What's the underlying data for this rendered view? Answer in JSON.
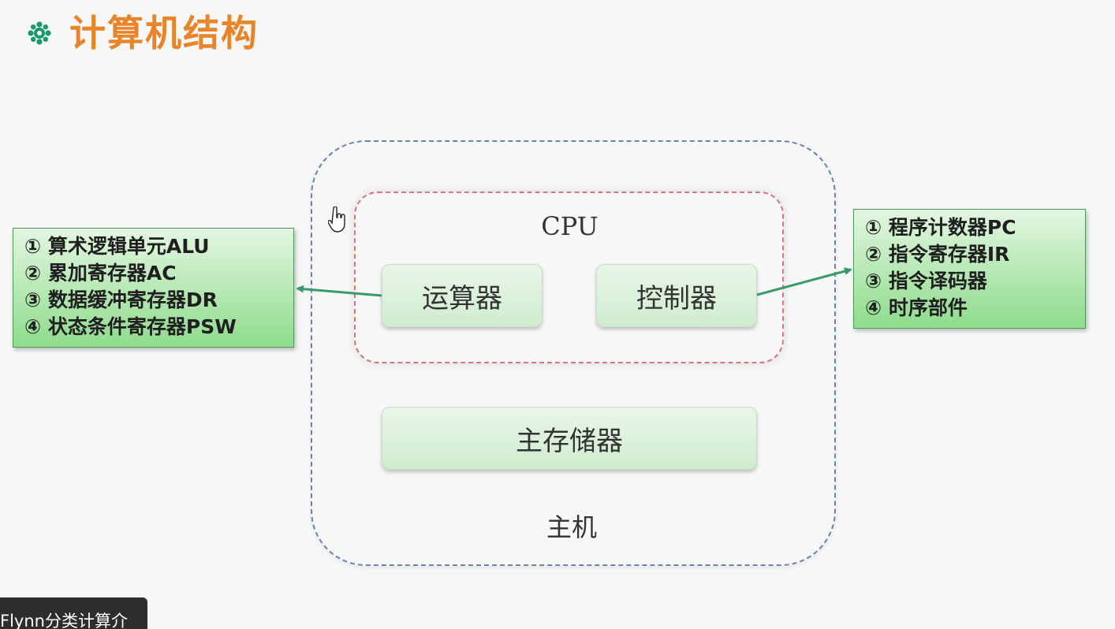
{
  "title": "计算机结构",
  "icon": "gear-flower-icon",
  "colors": {
    "title": "#e8842a",
    "icon": "#1a9a6b",
    "arrow": "#3a9a6a",
    "host_border": "#6a83a8",
    "cpu_border": "#d8757a"
  },
  "diagram": {
    "cpu_label": "CPU",
    "alu_unit": "运算器",
    "control_unit": "控制器",
    "memory_unit": "主存储器",
    "host_label": "主机",
    "alu_registers": [
      "① 算术逻辑单元ALU",
      "② 累加寄存器AC",
      "③ 数据缓冲寄存器DR",
      "④ 状态条件寄存器PSW"
    ],
    "control_components": [
      "① 程序计数器PC",
      "② 指令寄存器IR",
      "③ 指令译码器",
      "④ 时序部件"
    ]
  },
  "tooltip": "Flynn分类计算介"
}
